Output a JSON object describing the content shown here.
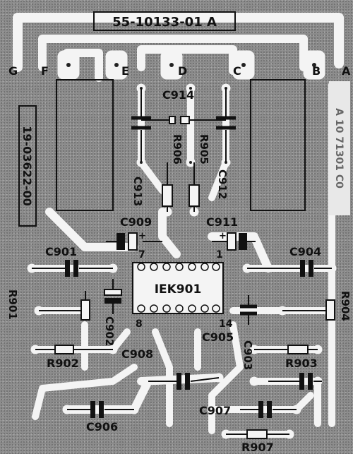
{
  "board": {
    "part_number": "55-10133-01 A",
    "side_label": "19-03622-00",
    "edge_text": "A 10 71301 C0",
    "edge_letters": [
      "G",
      "F",
      "E",
      "D",
      "C",
      "B",
      "A"
    ],
    "pin_labels": {
      "p7": "7",
      "p1": "1",
      "p8": "8",
      "p14": "14"
    },
    "ic": "IEK901",
    "components": {
      "c901": "C901",
      "c902": "C902",
      "c903": "C903",
      "c904": "C904",
      "c905": "C905",
      "c906": "C906",
      "c907": "C907",
      "c908": "C908",
      "c909": "C909",
      "c911": "C911",
      "c912": "C912",
      "c913": "C913",
      "c914": "C914",
      "r901": "R901",
      "r902": "R902",
      "r903": "R903",
      "r904": "R904",
      "r905": "R905",
      "r906": "R906",
      "r907": "R907"
    }
  }
}
